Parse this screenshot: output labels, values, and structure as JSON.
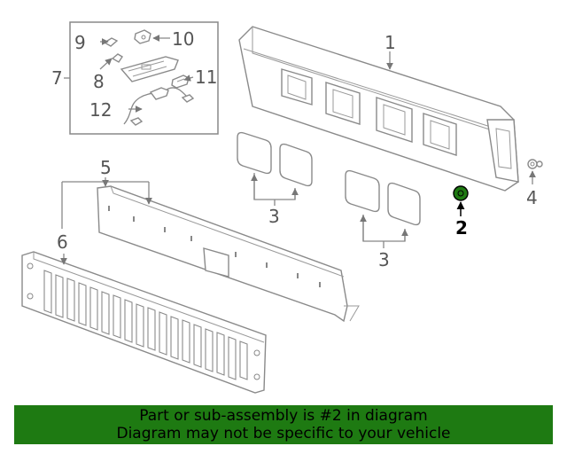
{
  "callouts": {
    "c1": "1",
    "c2": "2",
    "c3a": "3",
    "c3b": "3",
    "c4": "4",
    "c5": "5",
    "c6": "6",
    "c7": "7",
    "c8": "8",
    "c9": "9",
    "c10": "10",
    "c11": "11",
    "c12": "12"
  },
  "highlight_color": "#1e7a12",
  "banner": {
    "line1": "Part or sub-assembly is #2 in diagram",
    "line2": "Diagram may not be specific to your vehicle"
  }
}
